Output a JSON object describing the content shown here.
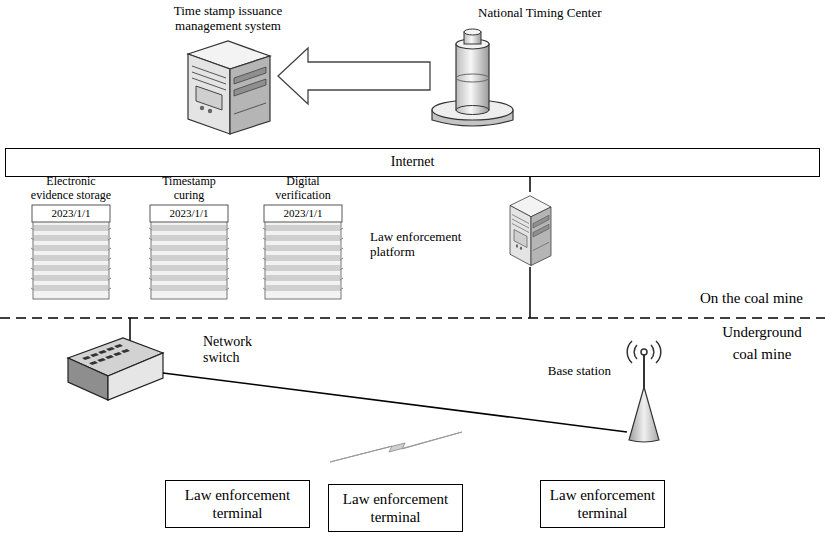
{
  "diagram": {
    "nodes": [
      {
        "text": [
          "Time stamp issuance management system"
        ]
      },
      {
        "text": [
          "National Timing Center"
        ]
      },
      {
        "text": [
          "Internet"
        ]
      },
      {
        "text": [
          "Electronic evidence storage",
          "2023/1/1"
        ]
      },
      {
        "text": [
          "Timestamp curing",
          "2023/1/1"
        ]
      },
      {
        "text": [
          "Digital verification",
          "2023/1/1"
        ]
      },
      {
        "text": [
          "Law enforcement platform"
        ]
      },
      {
        "text": [
          "Network switch"
        ]
      },
      {
        "text": [
          "Base station"
        ]
      },
      {
        "text": [
          "Law enforcement terminal"
        ]
      },
      {
        "text": [
          "Law enforcement terminal"
        ]
      },
      {
        "text": [
          "Law enforcement terminal"
        ]
      }
    ],
    "edges": [
      {
        "from": 1,
        "to": 0,
        "arrow": "to"
      },
      {
        "from": 2,
        "to": 6,
        "arrow": "none"
      },
      {
        "from": 7,
        "to": 8,
        "arrow": "none"
      }
    ],
    "labels": [
      "On the coal mine",
      "Underground coal mine"
    ]
  }
}
